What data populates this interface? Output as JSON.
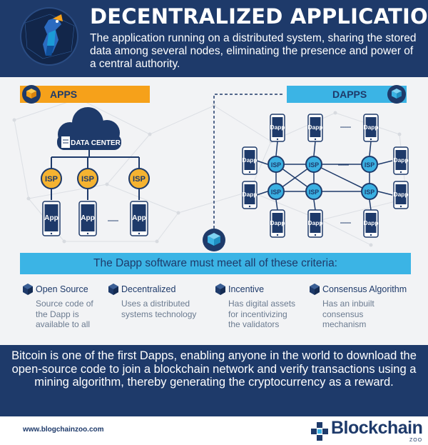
{
  "header": {
    "title": "DECENTRALIZED APPLICATION",
    "subtitle": "The application running on a distributed system, sharing the stored data among several nodes, eliminating the presence and power of a central authority."
  },
  "sections": {
    "apps_label": "APPS",
    "dapps_label": "DAPPS"
  },
  "apps_diagram": {
    "cloud_label": "DATA CENTER",
    "isp_label": "ISP",
    "device_label": "App",
    "ellipsis": "-----"
  },
  "dapps_diagram": {
    "isp_label": "ISP",
    "device_label": "Dapp",
    "ellipsis": "-----"
  },
  "criteria": {
    "heading": "The Dapp software must meet all of these criteria:",
    "items": [
      {
        "title": "Open Source",
        "desc_lines": [
          "Source code of",
          "the Dapp is",
          "available to all"
        ]
      },
      {
        "title": "Decentralized",
        "desc_lines": [
          "Uses a distributed",
          "systems technology"
        ]
      },
      {
        "title": "Incentive",
        "desc_lines": [
          "Has digital assets",
          "for incentivizing",
          "the validators"
        ]
      },
      {
        "title": "Consensus Algorithm",
        "desc_lines": [
          "Has an inbuilt",
          "consensus",
          "mechanism"
        ]
      }
    ]
  },
  "footer": {
    "text": "Bitcoin is one of the first Dapps, enabling anyone in the world to download the open-source code to join a blockchain network and verify transactions using a mining algorithm, thereby generating the cryptocurrency as a reward.",
    "website": "www.blogchainzoo.com",
    "brand_name": "Blockchain",
    "brand_sub": "ZOO"
  },
  "colors": {
    "navy": "#1e3a6a",
    "orange": "#f6a11a",
    "blue": "#3bb4e5",
    "isp_orange": "#f5b331",
    "isp_blue": "#3ab0e2"
  }
}
